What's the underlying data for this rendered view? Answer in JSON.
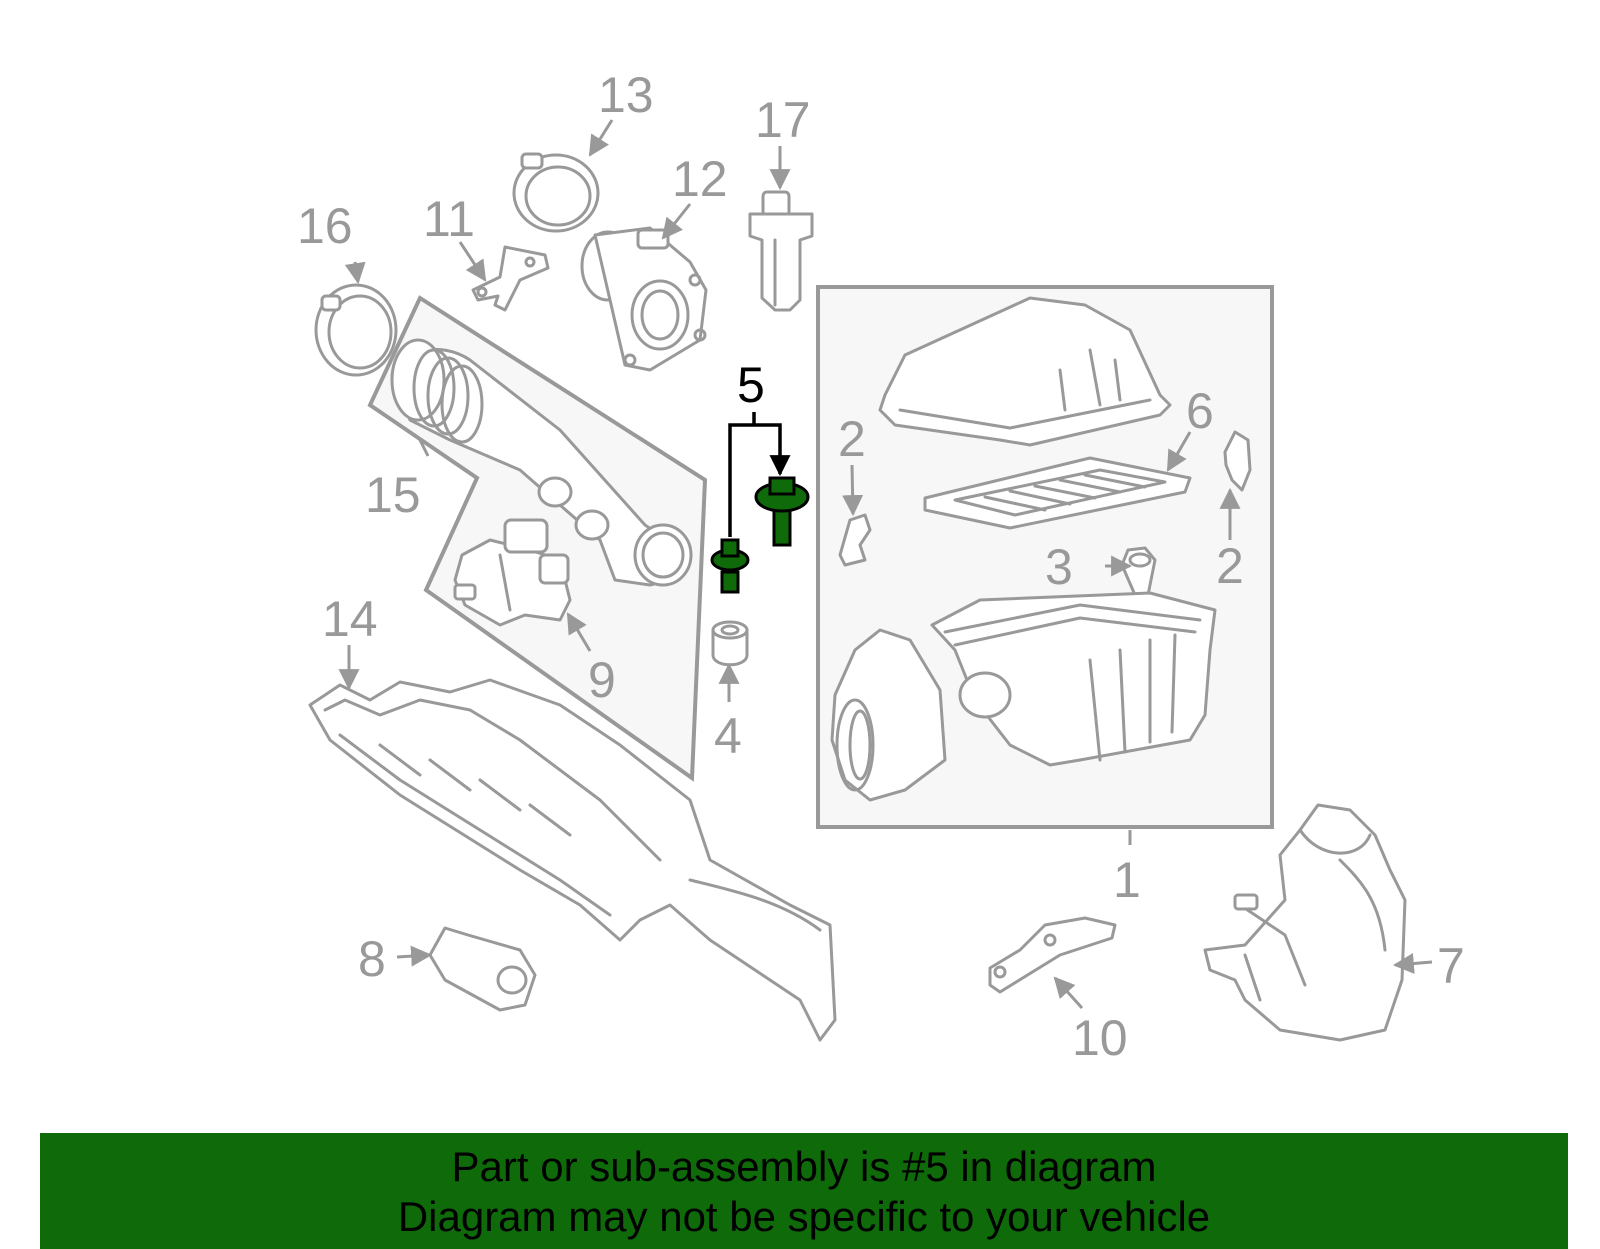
{
  "diagram": {
    "callouts": {
      "c1": "1",
      "c2a": "2",
      "c2b": "2",
      "c3": "3",
      "c4": "4",
      "c5": "5",
      "c6": "6",
      "c7": "7",
      "c8": "8",
      "c9": "9",
      "c10": "10",
      "c11": "11",
      "c12": "12",
      "c13": "13",
      "c14": "14",
      "c15": "15",
      "c16": "16",
      "c17": "17"
    },
    "highlighted_part": "5",
    "colors": {
      "line_art": "#999999",
      "highlight_fill": "#0f6b0a",
      "banner": "#0f6b0a",
      "text": "#000000"
    }
  },
  "banner": {
    "line1": "Part or sub-assembly is #5 in diagram",
    "line2": "Diagram may not be specific to your vehicle"
  }
}
